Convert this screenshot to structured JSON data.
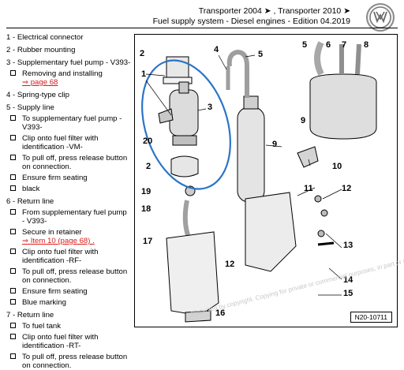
{
  "header": {
    "model_line": "Transporter 2004 ➤ , Transporter 2010 ➤",
    "manual_line": "Fuel supply system - Diesel engines - Edition 04.2019",
    "logo_text": "VW"
  },
  "legend": [
    {
      "label": "1 - Electrical connector",
      "subs": []
    },
    {
      "label": "2 - Rubber mounting",
      "subs": []
    },
    {
      "label": "3 - Supplementary fuel pump - V393-",
      "subs": [
        {
          "text": "Removing and installing",
          "link": "⇒ page 68"
        }
      ]
    },
    {
      "label": "4 - Spring-type clip",
      "subs": []
    },
    {
      "label": "5 - Supply line",
      "subs": [
        {
          "text": "To supplementary fuel pump - V393-",
          "link": ""
        },
        {
          "text": "Clip onto fuel filter with identification -VM-",
          "link": ""
        },
        {
          "text": "To pull off, press release button on connection.",
          "link": ""
        },
        {
          "text": "Ensure firm seating",
          "link": ""
        },
        {
          "text": "black",
          "link": ""
        }
      ]
    },
    {
      "label": "6 - Return line",
      "subs": [
        {
          "text": "From supplementary fuel pump - V393-",
          "link": ""
        },
        {
          "text": "Secure in retainer",
          "link": "⇒ Item 10 (page 68) ."
        },
        {
          "text": "Clip onto fuel filter with identification -RF-",
          "link": ""
        },
        {
          "text": "To pull off, press release button on connection.",
          "link": ""
        },
        {
          "text": "Ensure firm seating",
          "link": ""
        },
        {
          "text": "Blue marking",
          "link": ""
        }
      ]
    },
    {
      "label": "7 - Return line",
      "subs": [
        {
          "text": "To fuel tank",
          "link": ""
        },
        {
          "text": "Clip onto fuel filter with identification -RT-",
          "link": ""
        },
        {
          "text": "To pull off, press release button on connection.",
          "link": ""
        }
      ]
    }
  ],
  "diagram": {
    "callouts": [
      "2",
      "4",
      "5",
      "1",
      "3",
      "20",
      "2",
      "9",
      "10",
      "5",
      "6",
      "7",
      "8",
      "9",
      "19",
      "18",
      "11",
      "12",
      "13",
      "17",
      "12",
      "14",
      "15",
      "16"
    ],
    "figure_ref": "N20-10711",
    "watermark": "Protected by copyright. Copying for private or commercial purposes, in part or in whole, is not permitted unless authorised by Volkswagen AG. Volkswagen AG does not guarantee or accept any liability"
  },
  "colors": {
    "link": "#d71c1c",
    "highlight_ellipse": "#2b74c8"
  }
}
